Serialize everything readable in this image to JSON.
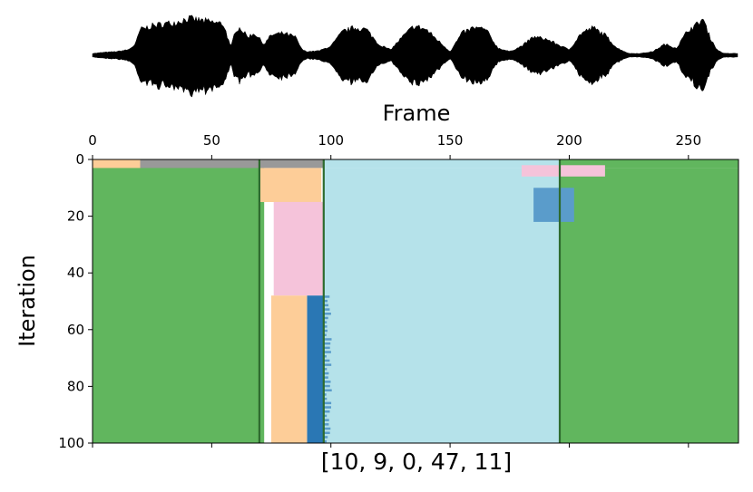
{
  "figure": {
    "caption": "[10, 9, 0, 47, 11]"
  },
  "chart_data": [
    {
      "type": "line",
      "title": "",
      "xlabel": "Frame",
      "ylabel": "",
      "xlim": [
        0,
        271
      ],
      "description_values": "waveform envelope amplitude (relative, 0-1) per frame",
      "x": [
        0,
        5,
        10,
        15,
        18,
        20,
        25,
        30,
        35,
        40,
        45,
        50,
        55,
        58,
        60,
        62,
        65,
        68,
        70,
        72,
        75,
        80,
        85,
        88,
        90,
        95,
        100,
        105,
        110,
        115,
        120,
        125,
        130,
        135,
        140,
        145,
        150,
        155,
        160,
        165,
        170,
        175,
        180,
        185,
        190,
        195,
        200,
        205,
        210,
        215,
        220,
        225,
        230,
        235,
        240,
        245,
        250,
        253,
        256,
        259,
        262,
        265,
        271
      ],
      "values": [
        0.05,
        0.08,
        0.1,
        0.15,
        0.3,
        0.7,
        0.8,
        0.85,
        0.9,
        1.0,
        0.95,
        0.9,
        0.85,
        0.2,
        0.7,
        0.75,
        0.5,
        0.6,
        0.45,
        0.3,
        0.55,
        0.6,
        0.5,
        0.15,
        0.1,
        0.12,
        0.25,
        0.65,
        0.75,
        0.7,
        0.3,
        0.15,
        0.5,
        0.8,
        0.7,
        0.4,
        0.1,
        0.6,
        0.75,
        0.7,
        0.2,
        0.1,
        0.25,
        0.5,
        0.45,
        0.3,
        0.15,
        0.6,
        0.75,
        0.55,
        0.2,
        0.05,
        0.05,
        0.1,
        0.3,
        0.2,
        0.7,
        0.8,
        1.0,
        0.5,
        0.15,
        0.05,
        0.05
      ]
    },
    {
      "type": "heatmap",
      "title": "",
      "xlabel": "",
      "ylabel": "Iteration",
      "xlim": [
        0,
        271
      ],
      "ylim": [
        100,
        0
      ],
      "xticks": [
        "0",
        "50",
        "100",
        "150",
        "200",
        "250"
      ],
      "yticks": [
        "0",
        "20",
        "40",
        "60",
        "80",
        "100"
      ],
      "grid": false,
      "legend": "none",
      "colors": {
        "green": "#61b65e",
        "light_orange": "#fdcd98",
        "pink": "#f5c3da",
        "light_blue": "#b5e2ea",
        "blue": "#5a9ccb",
        "dark_blue": "#2a77b4",
        "gray": "#999999",
        "orange": "#ffb27a",
        "boundary_line": "#2e6b2e"
      },
      "segments": [
        {
          "iter": [
            0,
            100
          ],
          "x": [
            0,
            72
          ],
          "color": "green"
        },
        {
          "iter": [
            0,
            3
          ],
          "x": [
            0,
            20
          ],
          "color": "light_orange"
        },
        {
          "iter": [
            0,
            3
          ],
          "x": [
            20,
            97
          ],
          "color": "gray"
        },
        {
          "iter": [
            0,
            3
          ],
          "x": [
            97,
            196
          ],
          "color": "light_blue"
        },
        {
          "iter": [
            0,
            3
          ],
          "x": [
            196,
            271
          ],
          "color": "green"
        },
        {
          "iter": [
            3,
            100
          ],
          "x": [
            97,
            196
          ],
          "color": "light_blue"
        },
        {
          "iter": [
            3,
            100
          ],
          "x": [
            196,
            271
          ],
          "color": "green"
        },
        {
          "iter": [
            3,
            15
          ],
          "x": [
            70,
            96
          ],
          "color": "light_orange"
        },
        {
          "iter": [
            15,
            48
          ],
          "x": [
            76,
            97
          ],
          "color": "pink"
        },
        {
          "iter": [
            48,
            100
          ],
          "x": [
            75,
            90
          ],
          "color": "light_orange"
        },
        {
          "iter": [
            48,
            100
          ],
          "x": [
            90,
            97
          ],
          "color": "dark_blue"
        },
        {
          "iter": [
            2,
            6
          ],
          "x": [
            180,
            215
          ],
          "color": "pink"
        },
        {
          "iter": [
            10,
            22
          ],
          "x": [
            185,
            202
          ],
          "color": "blue"
        }
      ],
      "boundaries": [
        {
          "x": 70,
          "color": "boundary_line"
        },
        {
          "x": 97,
          "color": "boundary_line"
        },
        {
          "x": 196,
          "color": "boundary_line"
        }
      ]
    }
  ]
}
